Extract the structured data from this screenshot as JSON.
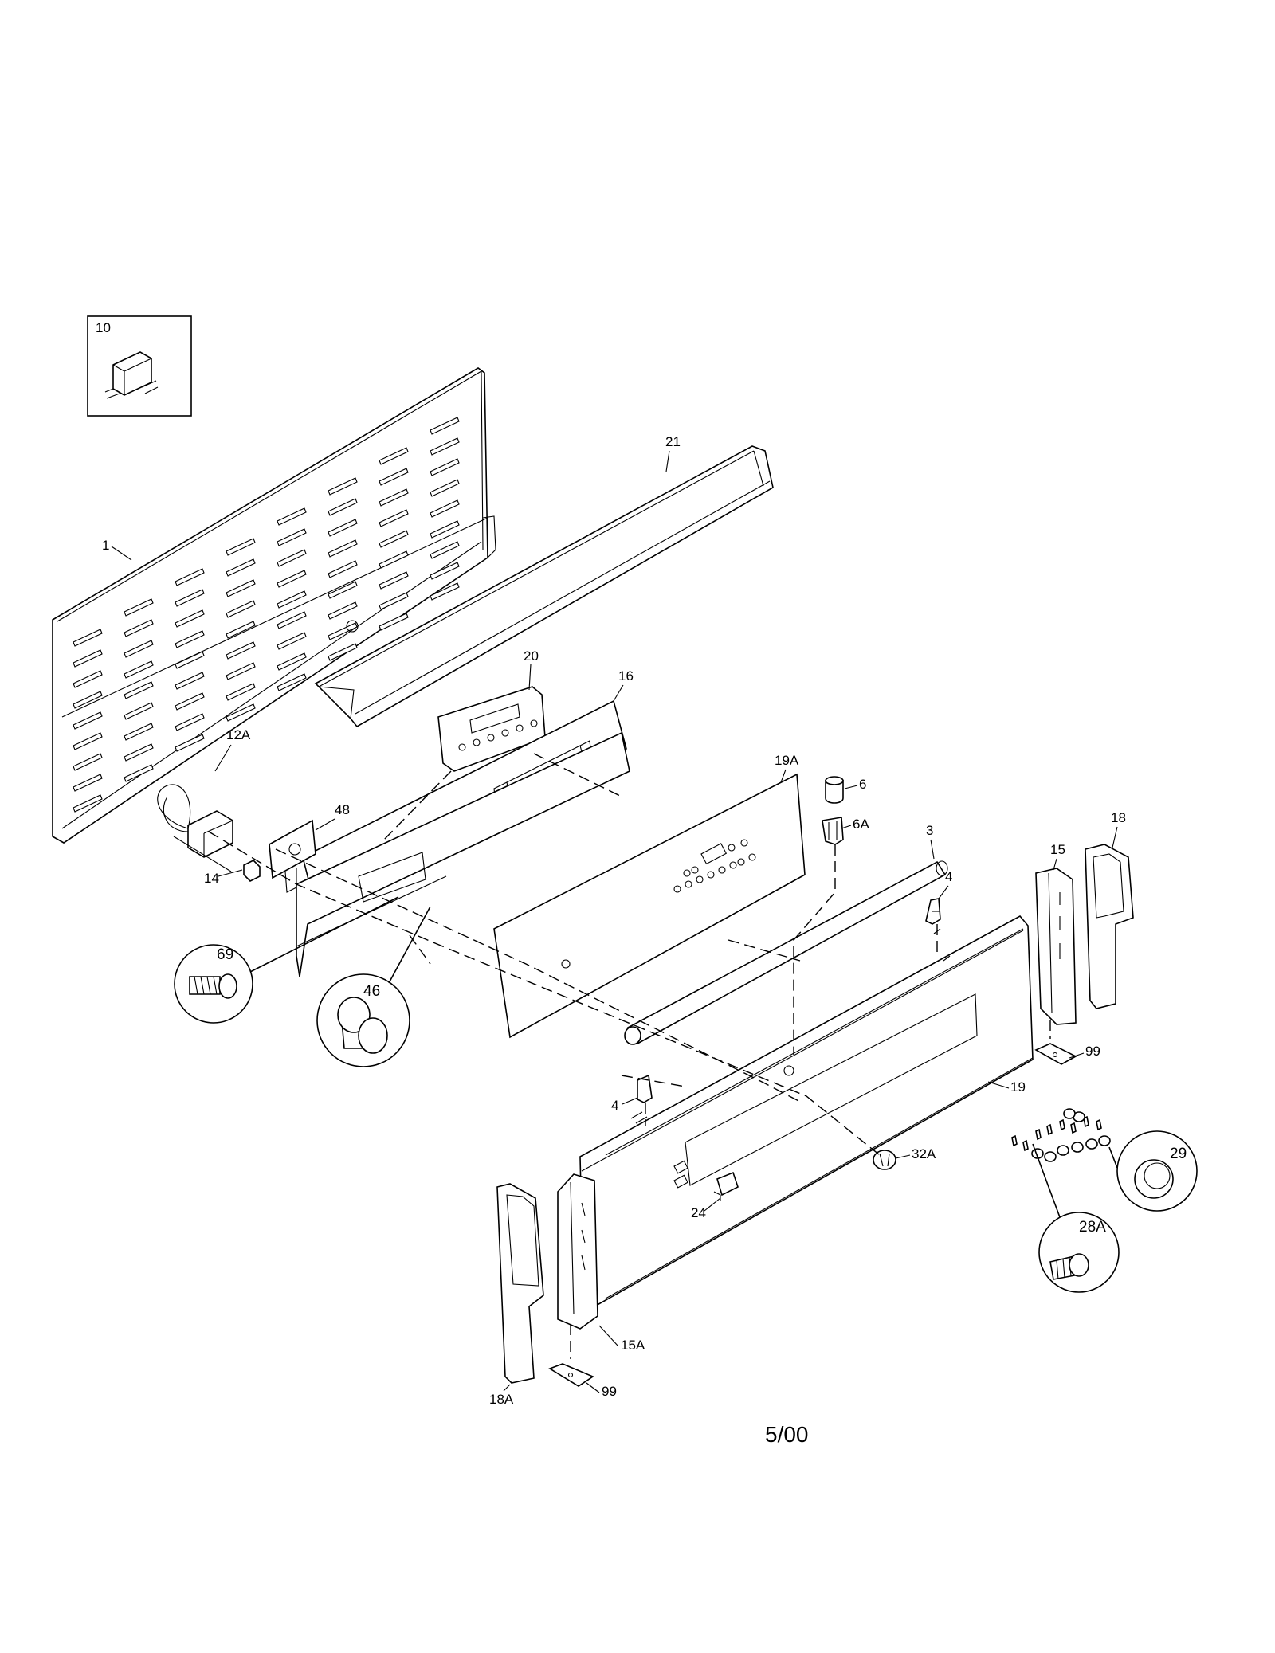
{
  "labels": {
    "p10": "10",
    "p21": "21",
    "p1": "1",
    "p20": "20",
    "p16": "16",
    "p12A": "12A",
    "p48": "48",
    "p14": "14",
    "p19A": "19A",
    "p6": "6",
    "p6A": "6A",
    "p3": "3",
    "p18": "18",
    "p15": "15",
    "p4a": "4",
    "p69": "69",
    "p46": "46",
    "p99a": "99",
    "p19": "19",
    "p4b": "4",
    "p32A": "32A",
    "p29": "29",
    "p24": "24",
    "p28A": "28A",
    "p15A": "15A",
    "p99b": "99",
    "p18A": "18A"
  },
  "footer": "5/00"
}
